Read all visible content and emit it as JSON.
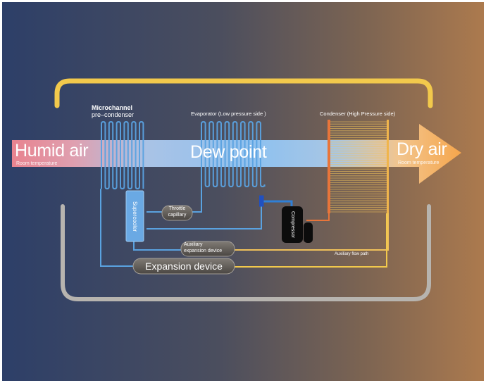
{
  "diagram": {
    "humid_air": {
      "title": "Humid air",
      "subtitle": "Room temperature"
    },
    "dew_point": "Dew point",
    "dry_air": {
      "title": "Dry air",
      "subtitle": "Room temperature"
    },
    "microchannel": {
      "line1": "Microchannel",
      "line2": "pre–condenser"
    },
    "evaporator": "Evaporator (Low pressure side )",
    "condenser": "Condenser (High Pressure side)",
    "supercooler": "Supercooler",
    "throttle": {
      "line1": "Throttle",
      "line2": "capillary"
    },
    "compressor": "Compressor",
    "auxiliary_expansion": {
      "line1": "Auxiliary",
      "line2": "expansion device"
    },
    "auxiliary_flow_path": "Auxiliary flow path",
    "expansion_device": "Expansion device"
  },
  "colors": {
    "background_left": "#2f4068",
    "background_right": "#a87950",
    "humid_air": "#e8838f",
    "dew_point": "#9ec8f0",
    "dry_air": "#f4aa55",
    "yellow_loop": "#f2c94c",
    "grey_loop": "#b8b5b0",
    "coil_blue": "#5aa2e0",
    "condenser_orange": "#e8753a"
  }
}
